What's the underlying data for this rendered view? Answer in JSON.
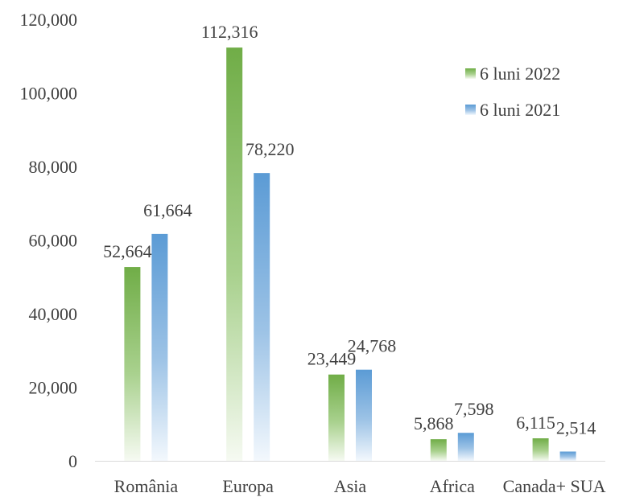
{
  "chart_data": {
    "type": "bar",
    "categories": [
      "România",
      "Europa",
      "Asia",
      "Africa",
      "Canada+ SUA"
    ],
    "series": [
      {
        "name": "6 luni 2022",
        "values": [
          52664,
          112316,
          23449,
          5868,
          6115
        ],
        "value_labels": [
          "52,664",
          "112,316",
          "23,449",
          "5,868",
          "6,115"
        ],
        "color": "#70AD47"
      },
      {
        "name": "6 luni 2021",
        "values": [
          61664,
          78220,
          24768,
          7598,
          2514
        ],
        "value_labels": [
          "61,664",
          "78,220",
          "24,768",
          "7,598",
          "2,514"
        ],
        "color": "#5B9BD5"
      }
    ],
    "ylim": [
      0,
      120000
    ],
    "yticks": [
      0,
      20000,
      40000,
      60000,
      80000,
      100000,
      120000
    ],
    "ytick_labels": [
      "0",
      "20,000",
      "40,000",
      "60,000",
      "80,000",
      "100,000",
      "120,000"
    ],
    "grid": false,
    "legend_position": "top-right"
  }
}
